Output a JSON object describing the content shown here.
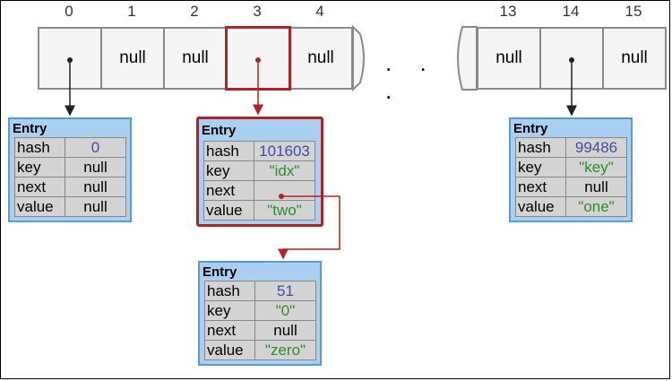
{
  "array": {
    "indices": [
      "0",
      "1",
      "2",
      "3",
      "4",
      "13",
      "14",
      "15"
    ],
    "cells": [
      "",
      "null",
      "null",
      "",
      "null",
      "null",
      "",
      "null"
    ],
    "ellipsis": ". . ."
  },
  "entries": {
    "e0": {
      "title": "Entry",
      "hash_label": "hash",
      "hash": "0",
      "key_label": "key",
      "key": "null",
      "next_label": "next",
      "next": "null",
      "value_label": "value",
      "value": "null"
    },
    "e3": {
      "title": "Entry",
      "hash_label": "hash",
      "hash": "101603",
      "key_label": "key",
      "key": "\"idx\"",
      "next_label": "next",
      "next": "",
      "value_label": "value",
      "value": "\"two\""
    },
    "e3b": {
      "title": "Entry",
      "hash_label": "hash",
      "hash": "51",
      "key_label": "key",
      "key": "\"0\"",
      "next_label": "next",
      "next": "null",
      "value_label": "value",
      "value": "\"zero\""
    },
    "e14": {
      "title": "Entry",
      "hash_label": "hash",
      "hash": "99486",
      "key_label": "key",
      "key": "\"key\"",
      "next_label": "next",
      "next": "null",
      "value_label": "value",
      "value": "\"one\""
    }
  },
  "colors": {
    "highlight": "#b22222",
    "entry_bg": "#a9d0f0",
    "entry_border": "#5a9bd5",
    "number": "#3b4fa3",
    "string": "#2e8b2e"
  }
}
